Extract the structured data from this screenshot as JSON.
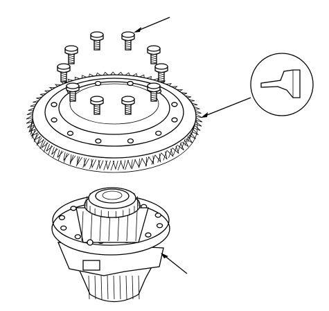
{
  "diagram": {
    "components": [
      {
        "id": "ring-gear-bolts",
        "count": 10
      },
      {
        "id": "final-driven-gear"
      },
      {
        "id": "differential-carrier"
      }
    ],
    "detail_inset": {
      "shows": "gear-tooth-cross-section"
    },
    "leader_count": 3,
    "colors": {
      "ink": "#000000",
      "paper": "#ffffff"
    }
  }
}
